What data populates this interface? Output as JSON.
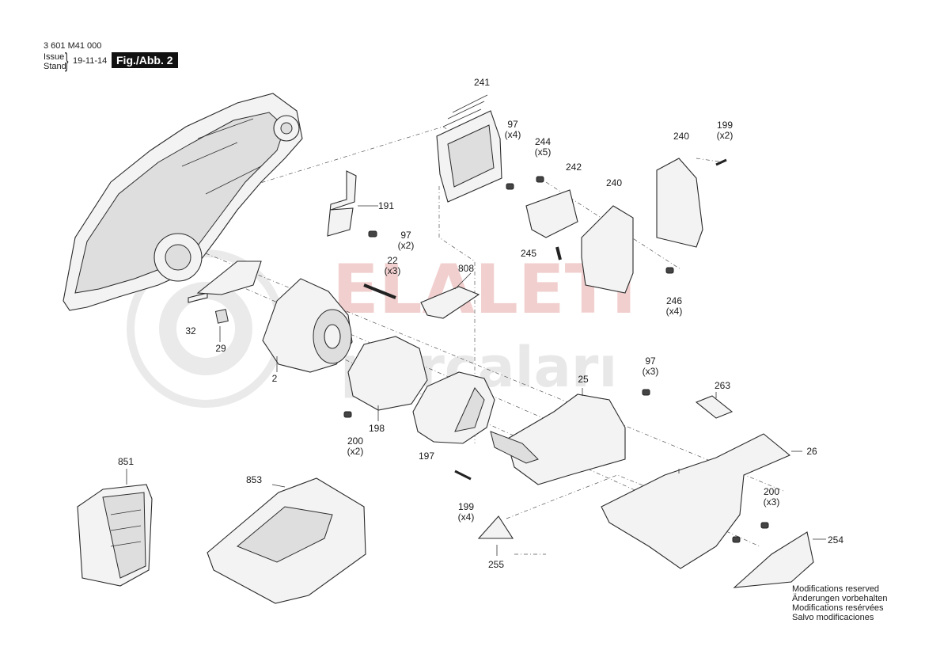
{
  "header": {
    "doc_number": "3 601 M41 000",
    "issue_label": "Issue",
    "stand_label": "Stand",
    "brace": "}",
    "issue_date": "19-11-14",
    "figure_label": "Fig./Abb. 2"
  },
  "watermark": {
    "line1": "ELALETİ",
    "line2": "parçaları",
    "color_primary": "#e8a8a8",
    "color_secondary": "#d6d6d6"
  },
  "callouts": [
    {
      "id": "241",
      "part": "241",
      "qty": ""
    },
    {
      "id": "97a",
      "part": "97",
      "qty": "(x4)"
    },
    {
      "id": "244",
      "part": "244",
      "qty": "(x5)"
    },
    {
      "id": "242",
      "part": "242",
      "qty": ""
    },
    {
      "id": "240a",
      "part": "240",
      "qty": ""
    },
    {
      "id": "199a",
      "part": "199",
      "qty": "(x2)"
    },
    {
      "id": "240b",
      "part": "240",
      "qty": ""
    },
    {
      "id": "191",
      "part": "191",
      "qty": ""
    },
    {
      "id": "97b",
      "part": "97",
      "qty": "(x2)"
    },
    {
      "id": "245",
      "part": "245",
      "qty": ""
    },
    {
      "id": "22",
      "part": "22",
      "qty": "(x3)"
    },
    {
      "id": "808",
      "part": "808",
      "qty": ""
    },
    {
      "id": "246",
      "part": "246",
      "qty": "(x4)"
    },
    {
      "id": "32",
      "part": "32",
      "qty": ""
    },
    {
      "id": "29",
      "part": "29",
      "qty": ""
    },
    {
      "id": "2",
      "part": "2",
      "qty": ""
    },
    {
      "id": "97c",
      "part": "97",
      "qty": "(x3)"
    },
    {
      "id": "25",
      "part": "25",
      "qty": ""
    },
    {
      "id": "263",
      "part": "263",
      "qty": ""
    },
    {
      "id": "198",
      "part": "198",
      "qty": ""
    },
    {
      "id": "200a",
      "part": "200",
      "qty": "(x2)"
    },
    {
      "id": "197",
      "part": "197",
      "qty": ""
    },
    {
      "id": "26",
      "part": "26",
      "qty": ""
    },
    {
      "id": "851",
      "part": "851",
      "qty": ""
    },
    {
      "id": "853",
      "part": "853",
      "qty": ""
    },
    {
      "id": "199b",
      "part": "199",
      "qty": "(x4)"
    },
    {
      "id": "200b",
      "part": "200",
      "qty": "(x3)"
    },
    {
      "id": "254",
      "part": "254",
      "qty": ""
    },
    {
      "id": "255",
      "part": "255",
      "qty": ""
    }
  ],
  "notes": [
    "Modifications reserved",
    "Änderungen vorbehalten",
    "Modifications resérvées",
    "Salvo modificaciones"
  ]
}
